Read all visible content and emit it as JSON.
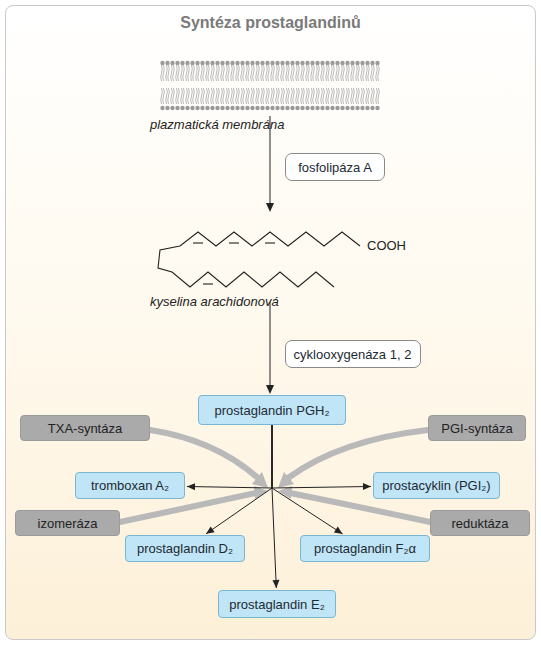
{
  "diagram": {
    "title": "Syntéza prostaglandinů",
    "nodes": [
      {
        "text": [
          "fosfolipáza A"
        ]
      },
      {
        "text": [
          "cyklooxygenáza 1, 2"
        ]
      },
      {
        "text": [
          "prostaglandin PGH₂"
        ]
      },
      {
        "text": [
          "TXA-syntáza"
        ]
      },
      {
        "text": [
          "PGI-syntáza"
        ]
      },
      {
        "text": [
          "tromboxan A₂"
        ]
      },
      {
        "text": [
          "prostacyklin (PGI₂)"
        ]
      },
      {
        "text": [
          "izomeráza"
        ]
      },
      {
        "text": [
          "reduktáza"
        ]
      },
      {
        "text": [
          "prostaglandin D₂"
        ]
      },
      {
        "text": [
          "prostaglandin F₂α"
        ]
      },
      {
        "text": [
          "prostaglandin E₂"
        ]
      }
    ],
    "edges": [
      {
        "from": 2,
        "to": 5,
        "arrow": "to"
      },
      {
        "from": 2,
        "to": 6,
        "arrow": "to"
      },
      {
        "from": 2,
        "to": 9,
        "arrow": "to"
      },
      {
        "from": 2,
        "to": 10,
        "arrow": "to"
      },
      {
        "from": 2,
        "to": 11,
        "arrow": "to"
      }
    ],
    "labels": [
      "plazmatická membrána",
      "kyselina arachidonová",
      "COOH"
    ]
  }
}
